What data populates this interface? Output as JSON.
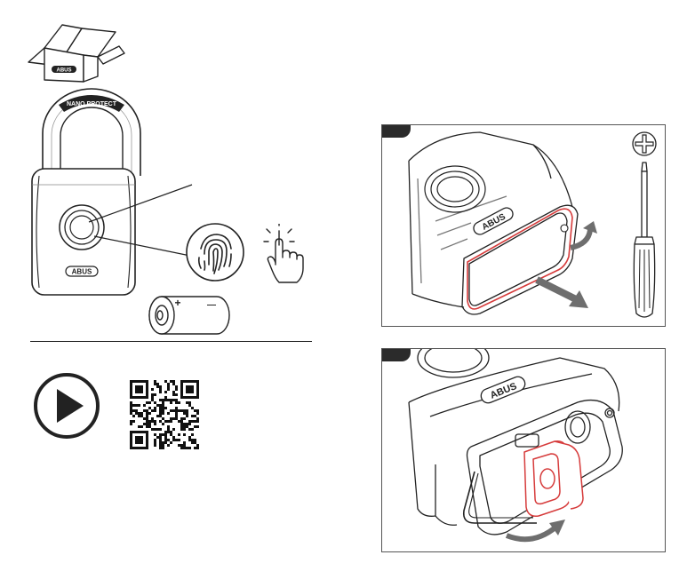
{
  "product": {
    "brand_logo_text": "ABUS",
    "shackle_text": "NANO PROTECT",
    "battery_plus": "+",
    "battery_minus": "—"
  },
  "panels": {
    "step1": {
      "tab": "",
      "brand_logo_text": "ABUS"
    },
    "step2": {
      "tab": "",
      "brand_logo_text": "ABUS"
    }
  },
  "colors": {
    "line": "#222222",
    "accent": "#d63b3b",
    "arrow": "#6e6e6e"
  },
  "icons": [
    "box-icon",
    "padlock-illustration",
    "fingerprint-icon",
    "touch-hand-icon",
    "battery-icon",
    "play-icon",
    "qr-code",
    "screwdriver-icon"
  ]
}
